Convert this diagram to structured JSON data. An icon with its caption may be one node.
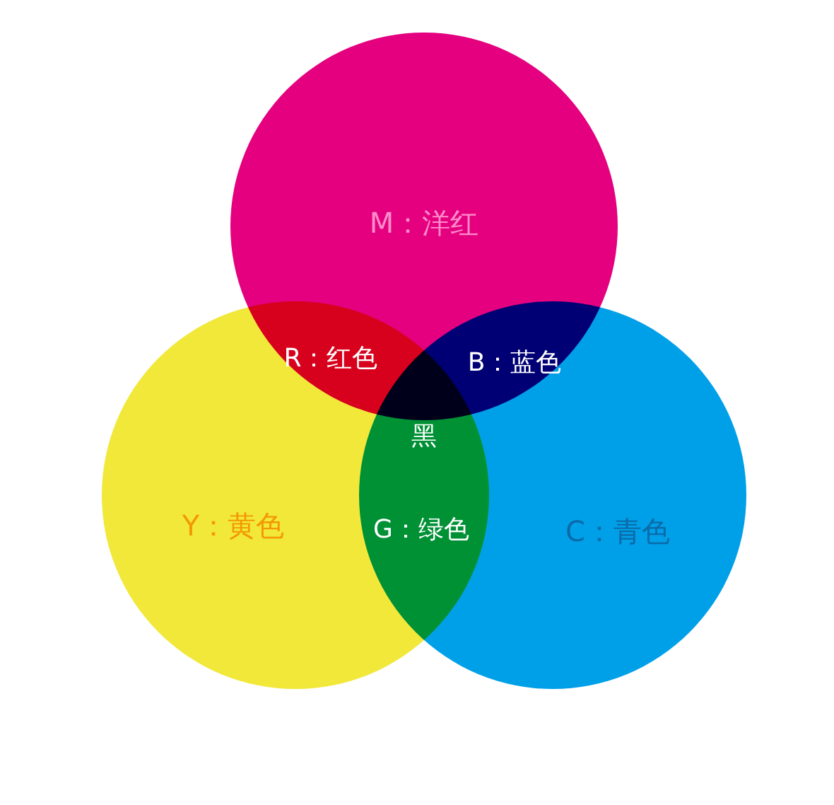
{
  "diagram": {
    "nodes": [
      {
        "text": [
          "M：洋红"
        ]
      },
      {
        "text": [
          "Y：黄色"
        ]
      },
      {
        "text": [
          "C：青色"
        ]
      }
    ],
    "labels": [
      "R：红色",
      "B：蓝色",
      "黑",
      "G：绿色"
    ]
  }
}
